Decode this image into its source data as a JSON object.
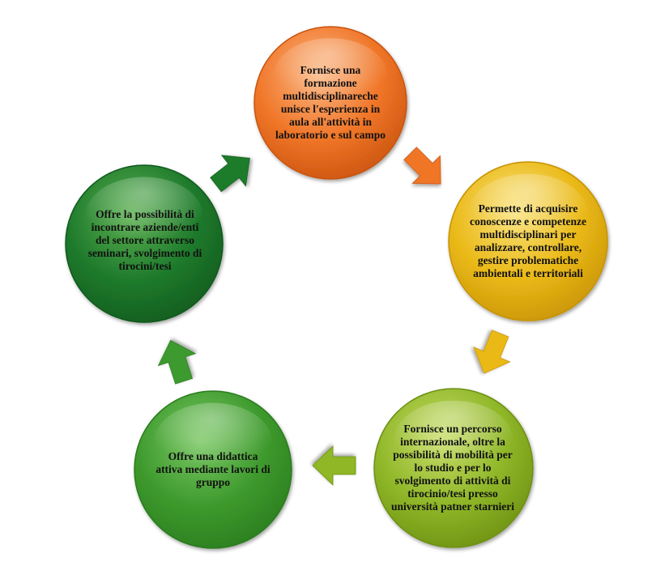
{
  "nodes": [
    {
      "id": "n1",
      "text": "Fornisce una formazione multidisciplinareche unisce l'esperienza in aula all'attività in laboratorio e sul campo",
      "color": "orange"
    },
    {
      "id": "n2",
      "text": "Permette di acquisire conoscenze e competenze multidisciplinari per analizzare, controllare, gestire problematiche ambientali e territoriali",
      "color": "yellow"
    },
    {
      "id": "n3",
      "text": "Fornisce un percorso internazionale, oltre la possibilità di mobilità per lo studio e per lo svolgimento di attività di tirocinio/tesi presso università patner starnieri",
      "color": "yellow-green"
    },
    {
      "id": "n4",
      "text": "Offre una didattica attiva mediante lavori di gruppo",
      "color": "green"
    },
    {
      "id": "n5",
      "text": "Offre la possibilità di incontrare aziende/enti del settore attraverso seminari, svolgimento di tirocini/tesi",
      "color": "dark-green"
    }
  ],
  "arrows": [
    {
      "from": "n1",
      "to": "n2",
      "color": "orange"
    },
    {
      "from": "n2",
      "to": "n3",
      "color": "yellow"
    },
    {
      "from": "n3",
      "to": "n4",
      "color": "yellow-green"
    },
    {
      "from": "n4",
      "to": "n5",
      "color": "green"
    },
    {
      "from": "n5",
      "to": "n1",
      "color": "dark-green"
    }
  ],
  "colors": {
    "orange": [
      "#f9a870",
      "#f07628",
      "#c9530f"
    ],
    "yellow": [
      "#f7dc6a",
      "#eab917",
      "#c79306"
    ],
    "yellow-green": [
      "#bed65a",
      "#8fb728",
      "#6d9012"
    ],
    "green": [
      "#6fc053",
      "#3e9a2d",
      "#2a7c1f"
    ],
    "dark-green": [
      "#4fa749",
      "#1f7b2c",
      "#115a1d"
    ]
  }
}
